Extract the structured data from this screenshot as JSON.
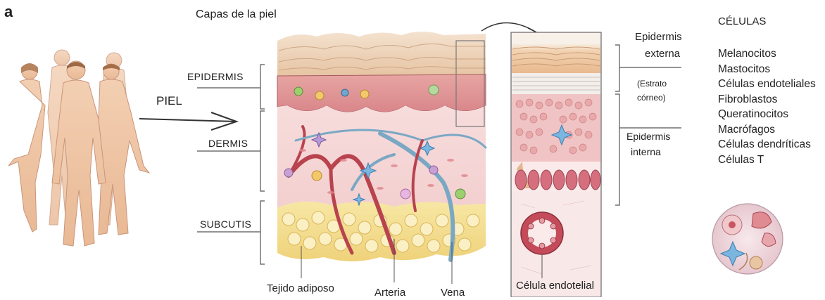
{
  "panel_letter": "a",
  "title": "Capas de la piel",
  "body_label": "PIEL",
  "layers": {
    "epidermis": "EPIDERMIS",
    "dermis": "DERMIS",
    "subcutis": "SUBCUTIS"
  },
  "bottom_labels": {
    "adipose": "Tejido adiposo",
    "artery": "Arteria",
    "vein": "Vena",
    "endothelial_cell": "Célula endotelial"
  },
  "zoom_labels": {
    "outer_epidermis_1": "Epidermis",
    "outer_epidermis_2": "externa",
    "stratum_1": "(Estrato",
    "stratum_2": "córneo)",
    "inner_epidermis_1": "Epidermis",
    "inner_epidermis_2": "interna"
  },
  "cells": {
    "heading": "CÉLULAS",
    "items": [
      "Melanocitos",
      "Mastocitos",
      "Células endoteliales",
      "Fibroblastos",
      "Queratinocitos",
      "Macrófagos",
      "Células dendríticas",
      "Células T"
    ]
  },
  "colors": {
    "skin_figure": "#f1c7a6",
    "epidermis_top": "#e9c8a8",
    "dermis": "#f6d6d4",
    "artery": "#b8434e",
    "vein": "#7aa8c4",
    "adipose": "#f3df8f"
  }
}
